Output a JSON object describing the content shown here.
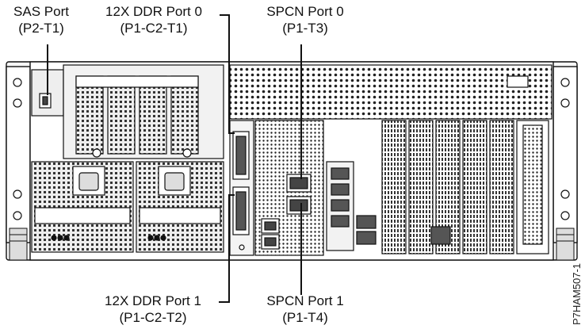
{
  "labels": {
    "sas_port": {
      "name": "SAS Port",
      "location": "(P2-T1)"
    },
    "ddr_port_0": {
      "name": "12X DDR Port 0",
      "location": "(P1-C2-T1)"
    },
    "spcn_port_0": {
      "name": "SPCN Port 0",
      "location": "(P1-T3)"
    },
    "ddr_port_1": {
      "name": "12X DDR Port 1",
      "location": "(P1-C2-T2)"
    },
    "spcn_port_1": {
      "name": "SPCN Port 1",
      "location": "(P1-T4)"
    }
  },
  "figure_id": "P7HAM507-1"
}
